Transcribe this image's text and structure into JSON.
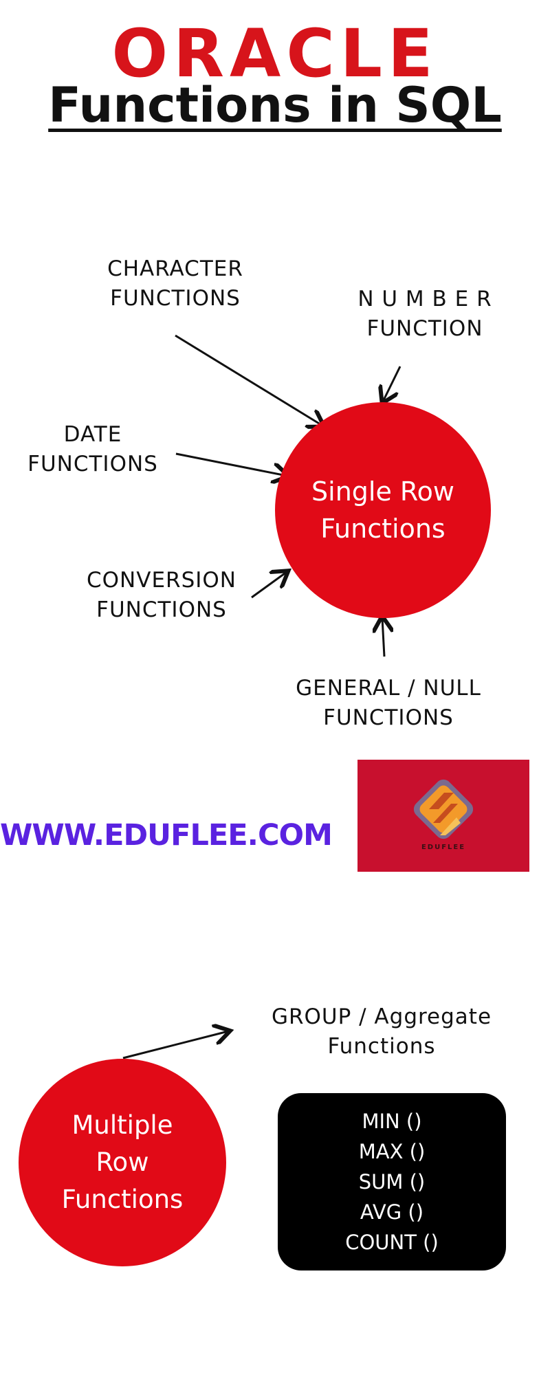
{
  "brand": "ORACLE",
  "title": "Functions in SQL",
  "single_row": {
    "circle_lines": [
      "Single Row",
      "Functions"
    ],
    "categories": {
      "character": [
        "CHARACTER",
        "FUNCTIONS"
      ],
      "number": [
        "N U M B E R",
        "FUNCTION"
      ],
      "date": [
        "DATE",
        "FUNCTIONS"
      ],
      "conversion": [
        "CONVERSION",
        "FUNCTIONS"
      ],
      "general": [
        "GENERAL / NULL",
        "FUNCTIONS"
      ]
    }
  },
  "website": "WWW.EDUFLEE.COM",
  "logo": {
    "text": "EDUFLEE",
    "colors": {
      "background": "#c8102e",
      "mark": "#f39a2a"
    }
  },
  "multiple_row": {
    "circle_lines": [
      "Multiple",
      "Row",
      "Functions"
    ],
    "group_label": [
      "GROUP / Aggregate",
      "Functions"
    ],
    "aggregates": [
      "MIN ()",
      "MAX ()",
      "SUM ()",
      "AVG ()",
      "COUNT ()"
    ]
  },
  "colors": {
    "accent_red": "#e10a17",
    "brand_red": "#d7141b",
    "website_purple": "#5a22e0"
  }
}
